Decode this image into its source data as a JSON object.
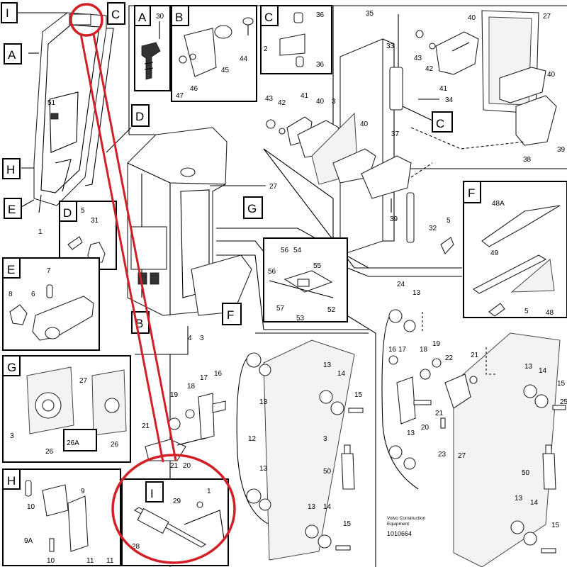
{
  "letters": {
    "I": "I",
    "C": "C",
    "A": "A",
    "H": "H",
    "E": "E",
    "D": "D",
    "B": "B",
    "G": "G",
    "F": "F"
  },
  "numbers": {
    "n1": "1",
    "n2": "2",
    "n3": "3",
    "n4": "4",
    "n5": "5",
    "n6": "6",
    "n7": "7",
    "n8": "8",
    "n9": "9",
    "n9A": "9A",
    "n10": "10",
    "n11": "11",
    "n12": "12",
    "n13": "13",
    "n14": "14",
    "n15": "15",
    "n16": "16",
    "n17": "17",
    "n18": "18",
    "n19": "19",
    "n20": "20",
    "n21": "21",
    "n22": "22",
    "n23": "23",
    "n24": "24",
    "n25": "25",
    "n26": "26",
    "n26A": "26A",
    "n27": "27",
    "n28": "28",
    "n29": "29",
    "n30": "30",
    "n31": "31",
    "n32": "32",
    "n33": "33",
    "n34": "34",
    "n35": "35",
    "n36": "36",
    "n37": "37",
    "n38": "38",
    "n39": "39",
    "n40": "40",
    "n41": "41",
    "n42": "42",
    "n43": "43",
    "n44": "44",
    "n45": "45",
    "n46": "46",
    "n47": "47",
    "n48": "48",
    "n48A": "48A",
    "n49": "49",
    "n50": "50",
    "n51": "51",
    "n52": "52",
    "n53": "53",
    "n54": "54",
    "n55": "55",
    "n56": "56",
    "n57": "57"
  },
  "footer": {
    "brand_line1": "Volvo Construction",
    "brand_line2": "Equipment",
    "ref": "1010664"
  },
  "colors": {
    "line": "#000000",
    "highlight": "#d32027"
  }
}
